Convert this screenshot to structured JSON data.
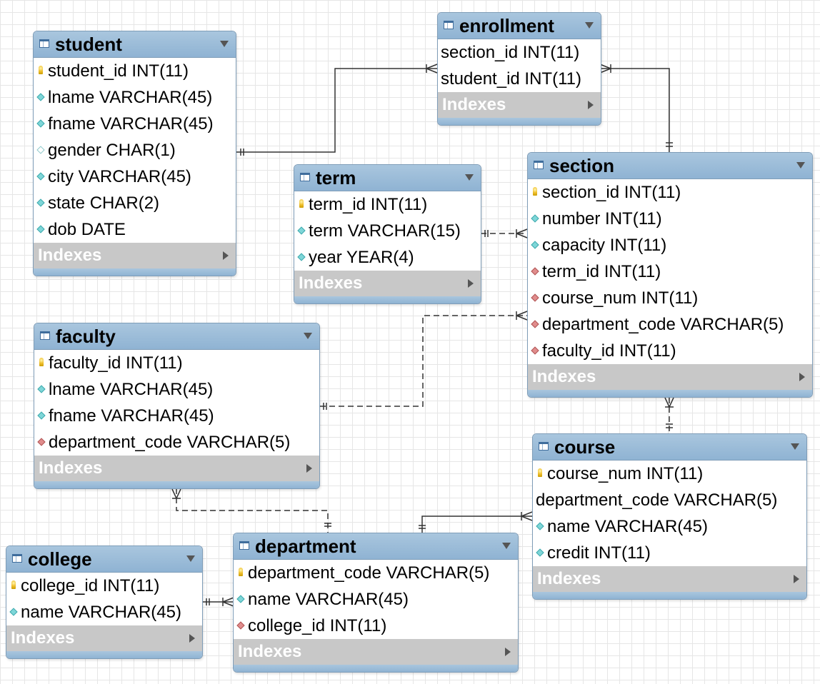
{
  "tables": [
    {
      "name": "student",
      "columns": [
        {
          "text": "student_id INT(11)",
          "icon": "primary-key-icon"
        },
        {
          "text": "lname VARCHAR(45)",
          "icon": "column-icon"
        },
        {
          "text": "fname VARCHAR(45)",
          "icon": "column-icon"
        },
        {
          "text": "gender CHAR(1)",
          "icon": "nullable-column-icon"
        },
        {
          "text": "city VARCHAR(45)",
          "icon": "column-icon"
        },
        {
          "text": "state CHAR(2)",
          "icon": "column-icon"
        },
        {
          "text": "dob DATE",
          "icon": "column-icon"
        }
      ],
      "indexes_label": "Indexes"
    },
    {
      "name": "enrollment",
      "columns": [
        {
          "text": "section_id INT(11)",
          "icon": "none"
        },
        {
          "text": "student_id INT(11)",
          "icon": "none"
        }
      ],
      "indexes_label": "Indexes"
    },
    {
      "name": "term",
      "columns": [
        {
          "text": "term_id INT(11)",
          "icon": "primary-key-icon"
        },
        {
          "text": "term VARCHAR(15)",
          "icon": "column-icon"
        },
        {
          "text": "year YEAR(4)",
          "icon": "column-icon"
        }
      ],
      "indexes_label": "Indexes"
    },
    {
      "name": "section",
      "columns": [
        {
          "text": "section_id INT(11)",
          "icon": "primary-key-icon"
        },
        {
          "text": "number INT(11)",
          "icon": "column-icon"
        },
        {
          "text": "capacity INT(11)",
          "icon": "column-icon"
        },
        {
          "text": "term_id INT(11)",
          "icon": "foreign-key-icon"
        },
        {
          "text": "course_num INT(11)",
          "icon": "foreign-key-icon"
        },
        {
          "text": "department_code VARCHAR(5)",
          "icon": "foreign-key-icon"
        },
        {
          "text": "faculty_id INT(11)",
          "icon": "foreign-key-icon"
        }
      ],
      "indexes_label": "Indexes"
    },
    {
      "name": "faculty",
      "columns": [
        {
          "text": "faculty_id INT(11)",
          "icon": "primary-key-icon"
        },
        {
          "text": "lname VARCHAR(45)",
          "icon": "column-icon"
        },
        {
          "text": "fname VARCHAR(45)",
          "icon": "column-icon"
        },
        {
          "text": "department_code VARCHAR(5)",
          "icon": "foreign-key-icon"
        }
      ],
      "indexes_label": "Indexes"
    },
    {
      "name": "course",
      "columns": [
        {
          "text": "course_num INT(11)",
          "icon": "primary-key-icon"
        },
        {
          "text": "department_code VARCHAR(5)",
          "icon": "none"
        },
        {
          "text": "name VARCHAR(45)",
          "icon": "column-icon"
        },
        {
          "text": "credit INT(11)",
          "icon": "column-icon"
        }
      ],
      "indexes_label": "Indexes"
    },
    {
      "name": "department",
      "columns": [
        {
          "text": "department_code VARCHAR(5)",
          "icon": "primary-key-icon"
        },
        {
          "text": "name VARCHAR(45)",
          "icon": "column-icon"
        },
        {
          "text": "college_id INT(11)",
          "icon": "foreign-key-icon"
        }
      ],
      "indexes_label": "Indexes"
    },
    {
      "name": "college",
      "columns": [
        {
          "text": "college_id INT(11)",
          "icon": "primary-key-icon"
        },
        {
          "text": "name VARCHAR(45)",
          "icon": "column-icon"
        }
      ],
      "indexes_label": "Indexes"
    }
  ],
  "relationships": [
    {
      "from": "student",
      "to": "enrollment",
      "style": "solid"
    },
    {
      "from": "section",
      "to": "enrollment",
      "style": "solid"
    },
    {
      "from": "term",
      "to": "section",
      "style": "dashed"
    },
    {
      "from": "faculty",
      "to": "section",
      "style": "dashed"
    },
    {
      "from": "course",
      "to": "section",
      "style": "dashed"
    },
    {
      "from": "department",
      "to": "faculty",
      "style": "dashed"
    },
    {
      "from": "department",
      "to": "course",
      "style": "solid"
    },
    {
      "from": "college",
      "to": "department",
      "style": "solid"
    }
  ],
  "colors": {
    "header": "#9bbcd8",
    "indexes_bar": "#c8c8c8",
    "line": "#333333",
    "primary_key": "#f1c232",
    "foreign_key": "#e08c8c",
    "column": "#7ed6d8"
  }
}
